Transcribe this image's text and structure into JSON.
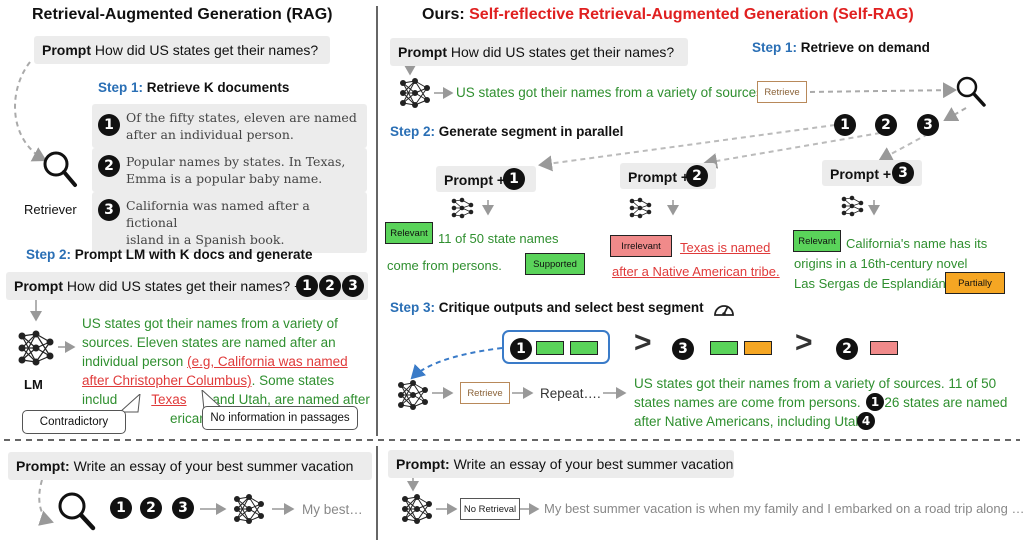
{
  "rag": {
    "title": "Retrieval-Augmented Generation (RAG)",
    "prompt_label": "Prompt",
    "prompt_text": "How did US states get their names?",
    "step1_label": "Step 1:",
    "step1_text": "Retrieve K documents",
    "docs": [
      {
        "num": "1",
        "line1": "Of the fifty states, eleven are named",
        "line2": "after an individual person."
      },
      {
        "num": "2",
        "line1": "Popular names by states. In Texas,",
        "line2": "Emma is a popular baby name."
      },
      {
        "num": "3",
        "line1": "California was named after a fictional",
        "line2": "island in a Spanish book."
      }
    ],
    "retriever_label": "Retriever",
    "step2_label": "Step 2:",
    "step2_text": "Prompt LM with K docs and generate",
    "prompt2_text": "How did US states get their names? +",
    "prompt2_nums": [
      "1",
      "2",
      "3"
    ],
    "lm_label": "LM",
    "gen_line1": "US states got their names from a variety of",
    "gen_line2": "sources. Eleven states are named after an",
    "gen_line3a": "individual person ",
    "gen_line3b": "(e.g, California was named",
    "gen_line4a": "after Christopher Columbus)",
    "gen_line4b": ". Some states",
    "gen_line5a": "includ",
    "gen_line5b": "Texas",
    "gen_line5c": "and Utah, are named after",
    "gen_line6a": "erican tribe",
    "callout_contradictory": "Contradictory",
    "callout_noinfo": "No information in passages"
  },
  "selfrag": {
    "title_prefix": "Ours:",
    "title_main": "Self-reflective Retrieval-Augmented Generation",
    "title_abbr": "(Self-RAG)",
    "prompt_label": "Prompt",
    "prompt_text": "How did US states get their names?",
    "step1_label": "Step 1:",
    "step1_text": "Retrieve on demand",
    "retrieve_sentence": "US states got their names from a variety of sources.",
    "retrieve_tag": "Retrieve",
    "step2_label": "Step 2:",
    "step2_text": "Generate segment in parallel",
    "top_nums": [
      "1",
      "2",
      "3"
    ],
    "branches": [
      {
        "prompt": "Prompt +",
        "num": "1",
        "tag1": "Relevant",
        "text1": "11 of 50 state names",
        "text2": "come from persons.",
        "tag2": "Supported"
      },
      {
        "prompt": "Prompt +",
        "num": "2",
        "tag1": "Irrelevant",
        "text1": "Texas is named",
        "text2": "after a Native American tribe."
      },
      {
        "prompt": "Prompt +",
        "num": "3",
        "tag1": "Relevant",
        "text1": "California's name has its",
        "text2": "origins in a 16th-century novel",
        "text3": "Las Sergas de Esplandián.",
        "tag2": "Partially"
      }
    ],
    "step3_label": "Step 3:",
    "step3_text": "Critique outputs and select best segment",
    "rank_nums": [
      "1",
      "3",
      "2"
    ],
    "gt": ">",
    "retrieve_tag2": "Retrieve",
    "repeat_text": "Repeat….",
    "final_line1": "US states got their names from a variety of sources. 11 of 50",
    "final_line2a": "states names are come from persons.",
    "final_num1": "1",
    "final_line2b": "26 states are named",
    "final_line3": "after Native Americans, including Utah.",
    "final_num2": "4"
  },
  "bottom_left": {
    "prompt_label": "Prompt:",
    "prompt_text": "Write an essay of your best summer vacation",
    "nums": [
      "1",
      "2",
      "3"
    ],
    "output": "My best…"
  },
  "bottom_right": {
    "prompt_label": "Prompt:",
    "prompt_text": "Write an essay of your best summer vacation",
    "tag": "No Retrieval",
    "output": "My best summer vacation is when my family and I embarked on a road trip along …"
  },
  "colors": {
    "green": "#2f8f2f",
    "red": "#e02020",
    "blue": "#2a6fb5",
    "relevant": "#5ad35a",
    "irrelevant": "#f08a8a",
    "partially": "#f5a623"
  }
}
